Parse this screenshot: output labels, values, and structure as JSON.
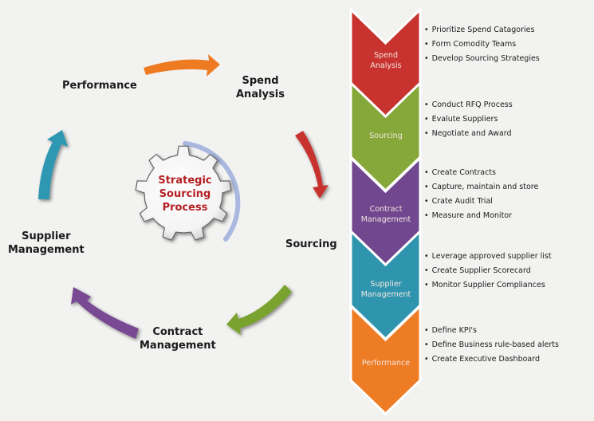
{
  "diagram": {
    "center": {
      "title": "Strategic\nSourcing\nProcess",
      "icon": "gear-icon",
      "colors": {
        "text": "#b51f24",
        "ring": "#aab8e0"
      }
    },
    "cycle": [
      {
        "label": "Spend\nAnalysis",
        "arrow_color": "#c8332f"
      },
      {
        "label": "Sourcing",
        "arrow_color": "#7aa22f"
      },
      {
        "label": "Contract\nManagement",
        "arrow_color": "#7a4a94"
      },
      {
        "label": "Supplier\nManagement",
        "arrow_color": "#2f97b2"
      },
      {
        "label": "Performance",
        "arrow_color": "#ee7a22"
      }
    ],
    "stages": [
      {
        "label": "Spend\nAnalysis",
        "color": "#c8332f",
        "bullets": [
          "Prioritize Spend Catagories",
          "Form Comodity Teams",
          "Develop Sourcing Strategies"
        ]
      },
      {
        "label": "Sourcing",
        "color": "#86a83a",
        "bullets": [
          "Conduct RFQ Process",
          "Evalute  Suppliers",
          "Negotiate  and Award"
        ]
      },
      {
        "label": "Contract\nManagement",
        "color": "#71478f",
        "bullets": [
          "Create  Contracts",
          "Capture,  maintain and store",
          "Crate  Audit Trial",
          "Measure and Monitor"
        ]
      },
      {
        "label": "Supplier\nManagement",
        "color": "#2f95ae",
        "bullets": [
          "Leverage  approved  supplier list",
          "Create  Supplier  Scorecard",
          "Monitor Supplier  Compliances"
        ]
      },
      {
        "label": "Performance",
        "color": "#ee7c25",
        "bullets": [
          "Define KPI's",
          "Define Business rule-based alerts",
          "Create  Executive  Dashboard"
        ]
      }
    ]
  }
}
